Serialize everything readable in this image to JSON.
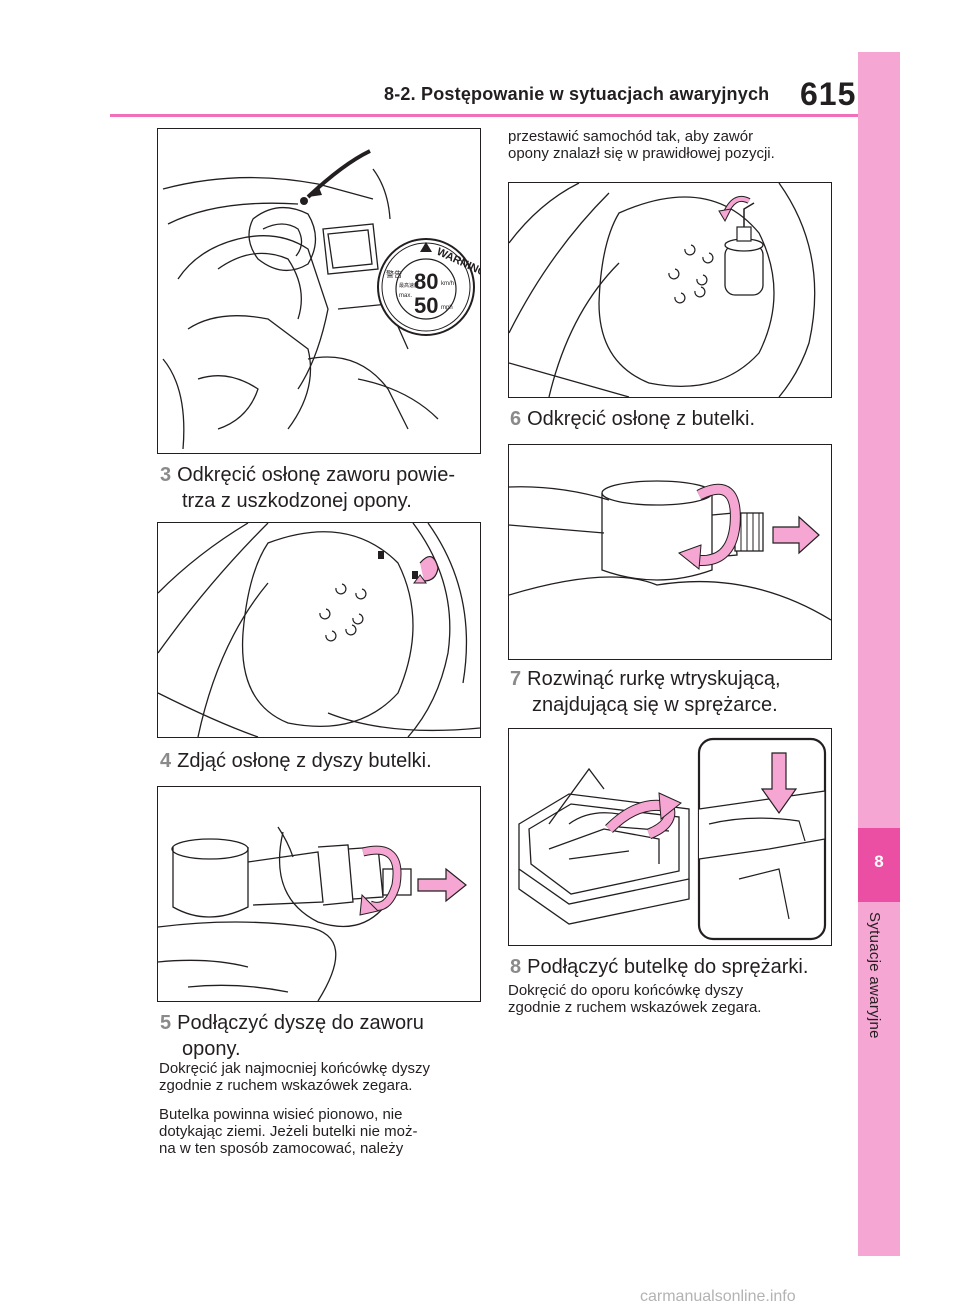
{
  "header": {
    "section_title": "8-2. Postępowanie w sytuacjach awaryjnych",
    "page_number": "615"
  },
  "side_tab": {
    "chapter_number": "8",
    "chapter_label": "Sytuacje awaryjne",
    "accent_color": "#ea4fa4",
    "light_color": "#f6a6d2"
  },
  "warning_label": {
    "title": "WARNING",
    "kanji": "警告",
    "speed_kmh": "80",
    "speed_mph": "50",
    "unit_kmh": "km/h",
    "unit_mph": "mph",
    "max": "max.",
    "small_kanji": "最高速度"
  },
  "steps": {
    "s3": {
      "num": "3",
      "line1": "Odkręcić osłonę zaworu powie-",
      "line2": "trza z uszkodzonej opony."
    },
    "s4": {
      "num": "4",
      "line1": "Zdjąć osłonę z dyszy butelki."
    },
    "s5": {
      "num": "5",
      "line1": "Podłączyć dyszę do zaworu",
      "line2": "opony."
    },
    "s6": {
      "num": "6",
      "line1": "Odkręcić osłonę z butelki."
    },
    "s7": {
      "num": "7",
      "line1": "Rozwinąć rurkę wtryskującą,",
      "line2": "znajdującą się w sprężarce."
    },
    "s8": {
      "num": "8",
      "line1": "Podłączyć butelkę do sprężarki."
    }
  },
  "notes": {
    "s5_note1_l1": "Dokręcić jak najmocniej końcówkę dyszy",
    "s5_note1_l2": "zgodnie z ruchem wskazówek zegara.",
    "s5_note2_l1": "Butelka powinna wisieć pionowo, nie",
    "s5_note2_l2": "dotykając ziemi. Jeżeli butelki nie moż-",
    "s5_note2_l3": "na w ten sposób zamocować, należy",
    "cont_l1": "przestawić samochód tak, aby zawór",
    "cont_l2": "opony znalazł się w prawidłowej pozycji.",
    "s8_note_l1": "Dokręcić do oporu końcówkę dyszy",
    "s8_note_l2": "zgodnie z ruchem wskazówek zegara."
  },
  "footer": {
    "watermark": "carmanualsonline.info"
  }
}
